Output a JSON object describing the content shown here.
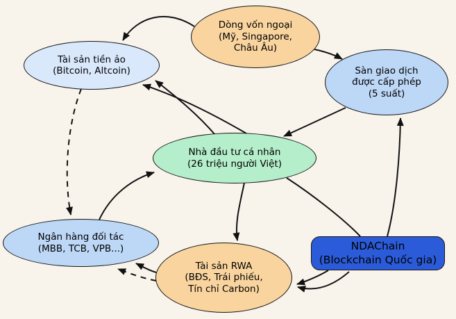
{
  "diagram": {
    "title": "Vietnam crypto / RWA ecosystem flow diagram",
    "background_color": "#F8F4EC",
    "edge_color": "#111111"
  },
  "nodes": {
    "foreign_capital": {
      "shape": "ellipse",
      "fill": "#F9D49F",
      "line1": "Dòng vốn ngoại",
      "line2": "(Mỹ, Singapore,",
      "line3": "Châu Âu)"
    },
    "crypto_assets": {
      "shape": "ellipse",
      "fill": "#DAE8FC",
      "line1": "Tài sản tiền ảo",
      "line2": "(Bitcoin, Altcoin)"
    },
    "licensed_exchange": {
      "shape": "ellipse",
      "fill": "#BDD7F6",
      "line1": "Sàn giao dịch",
      "line2": "được cấp phép",
      "line3": "(5 suất)"
    },
    "retail_investors": {
      "shape": "ellipse",
      "fill": "#B5EECA",
      "line1": "Nhà đầu tư cá nhân",
      "line2": "(26 triệu người Việt)"
    },
    "partner_banks": {
      "shape": "ellipse",
      "fill": "#BDD7F6",
      "line1": "Ngân hàng đối tác",
      "line2": "(MBB, TCB, VPB...)"
    },
    "rwa_assets": {
      "shape": "ellipse",
      "fill": "#F9D49F",
      "line1": "Tài sản RWA",
      "line2": "(BĐS, Trái phiếu,",
      "line3": "Tín chỉ Carbon)"
    },
    "ndachain": {
      "shape": "rounded-rect",
      "fill": "#2B5BD9",
      "line1": "NDAChain",
      "line2": "(Blockchain Quốc gia)"
    }
  },
  "edges": [
    {
      "from": "foreign_capital",
      "to": "crypto_assets",
      "style": "solid",
      "arrow": "to"
    },
    {
      "from": "foreign_capital",
      "to": "licensed_exchange",
      "style": "solid",
      "arrow": "to"
    },
    {
      "from": "licensed_exchange",
      "to": "retail_investors",
      "style": "solid",
      "arrow": "to"
    },
    {
      "from": "retail_investors",
      "to": "crypto_assets",
      "style": "solid",
      "arrow": "to"
    },
    {
      "from": "retail_investors",
      "to": "crypto_assets",
      "style": "solid",
      "arrow": "to"
    },
    {
      "from": "crypto_assets",
      "to": "partner_banks",
      "style": "dashed",
      "arrow": "to"
    },
    {
      "from": "partner_banks",
      "to": "retail_investors",
      "style": "solid",
      "arrow": "to"
    },
    {
      "from": "retail_investors",
      "to": "rwa_assets",
      "style": "solid",
      "arrow": "to"
    },
    {
      "from": "retail_investors",
      "to": "ndachain",
      "style": "solid",
      "arrow": "none"
    },
    {
      "from": "ndachain",
      "to": "licensed_exchange",
      "style": "solid",
      "arrow": "to"
    },
    {
      "from": "ndachain",
      "to": "rwa_assets",
      "style": "solid",
      "arrow": "to"
    },
    {
      "from": "ndachain",
      "to": "rwa_assets",
      "style": "solid",
      "arrow": "to"
    },
    {
      "from": "rwa_assets",
      "to": "partner_banks",
      "style": "solid",
      "arrow": "to"
    },
    {
      "from": "rwa_assets",
      "to": "partner_banks",
      "style": "dashed",
      "arrow": "to"
    }
  ]
}
